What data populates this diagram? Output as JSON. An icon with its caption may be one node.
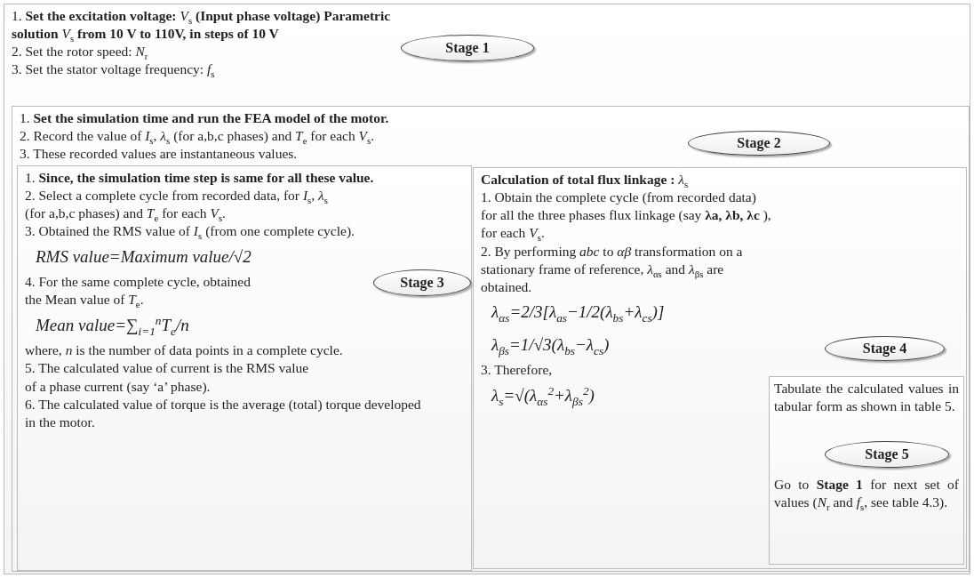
{
  "diagram": {
    "nodes": [
      {
        "text": [
          "1. **Set the excitation voltage:** *V*$_{s}$ **(Input phase voltage) Parametric solution** *V*$_{s}$ **from 10 V to 110V,  in steps of 10 V**",
          "2. Set the rotor speed: *N*$_{r}$",
          "3. Set the stator voltage frequency: *f*$_{s}$"
        ]
      },
      {
        "text": [
          "Stage 1"
        ],
        "in": 0
      },
      {
        "text": [
          "1. **Set the simulation time and run the FEA model of the motor.**",
          "2. Record the value of *I*$_{s}$, *λ*$_{s}$ (for a,b,c phases) and *T*$_{e}$ for each *V*$_{s}$.",
          "3. These recorded values are instantaneous values."
        ],
        "in": 0
      },
      {
        "text": [
          "Stage 2"
        ],
        "in": 2
      },
      {
        "text": [
          "1. **Since, the simulation time step is same for all these value.**",
          "2. Select a complete cycle from recorded data, for *I*$_{s}$, *λ*$_{s}$ (for a,b,c phases) and *T*$_{e}$ for each *V*$_{s}$.",
          "3. Obtained the RMS value of *I*$_{s}$ (from  one complete cycle).",
          "RMS value=Maximum value/√2",
          "4. For the same complete cycle, obtained the Mean value of *T*$_{e}$.",
          "Mean value=∑$_{i=1}$$^{n}$T$_{e}$/n",
          "where, *n* is the number of data points in a complete cycle.",
          "5. The calculated value of current is the RMS value of a phase current (say ‘a’ phase).",
          "6. The calculated value of torque is the average (total) torque developed in the motor."
        ],
        "in": 2
      },
      {
        "text": [
          "Stage 3"
        ],
        "in": 4
      },
      {
        "text": [
          "**Calculation of total flux linkage :** *λ*$_{s}$",
          "1. Obtain the complete cycle (from recorded data) for all the three phases flux linkage (say **λa, λb, λc** ), for each *V*$_{s}$.",
          "2. By performing *abc* to *αβ* transformation on a stationary frame of reference, *λ*$_{αs}$ and *λ*$_{βs}$ are obtained.",
          "λ$_{αs}$=2/3[λ$_{as}$−1/2(λ$_{bs}$+λ$_{cs}$)]",
          "λ$_{βs}$=1/√3(λ$_{bs}$−λ$_{cs}$)",
          "3. Therefore,",
          "λ$_{s}$=√(λ$_{αs}$$^{2}$+λ$_{βs}$$^{2}$)"
        ],
        "in": 2
      },
      {
        "text": [
          "Stage 4"
        ],
        "in": 6
      },
      {
        "text": [
          "Tabulate the calculated values in tabular form as shown in table 5.",
          "Go to **Stage 1** for next set of values (*N*$_{r}$ and *f*$_{s}$, see table 4.3)."
        ],
        "in": 6
      },
      {
        "text": [
          "Stage 5"
        ],
        "in": 8
      }
    ]
  }
}
